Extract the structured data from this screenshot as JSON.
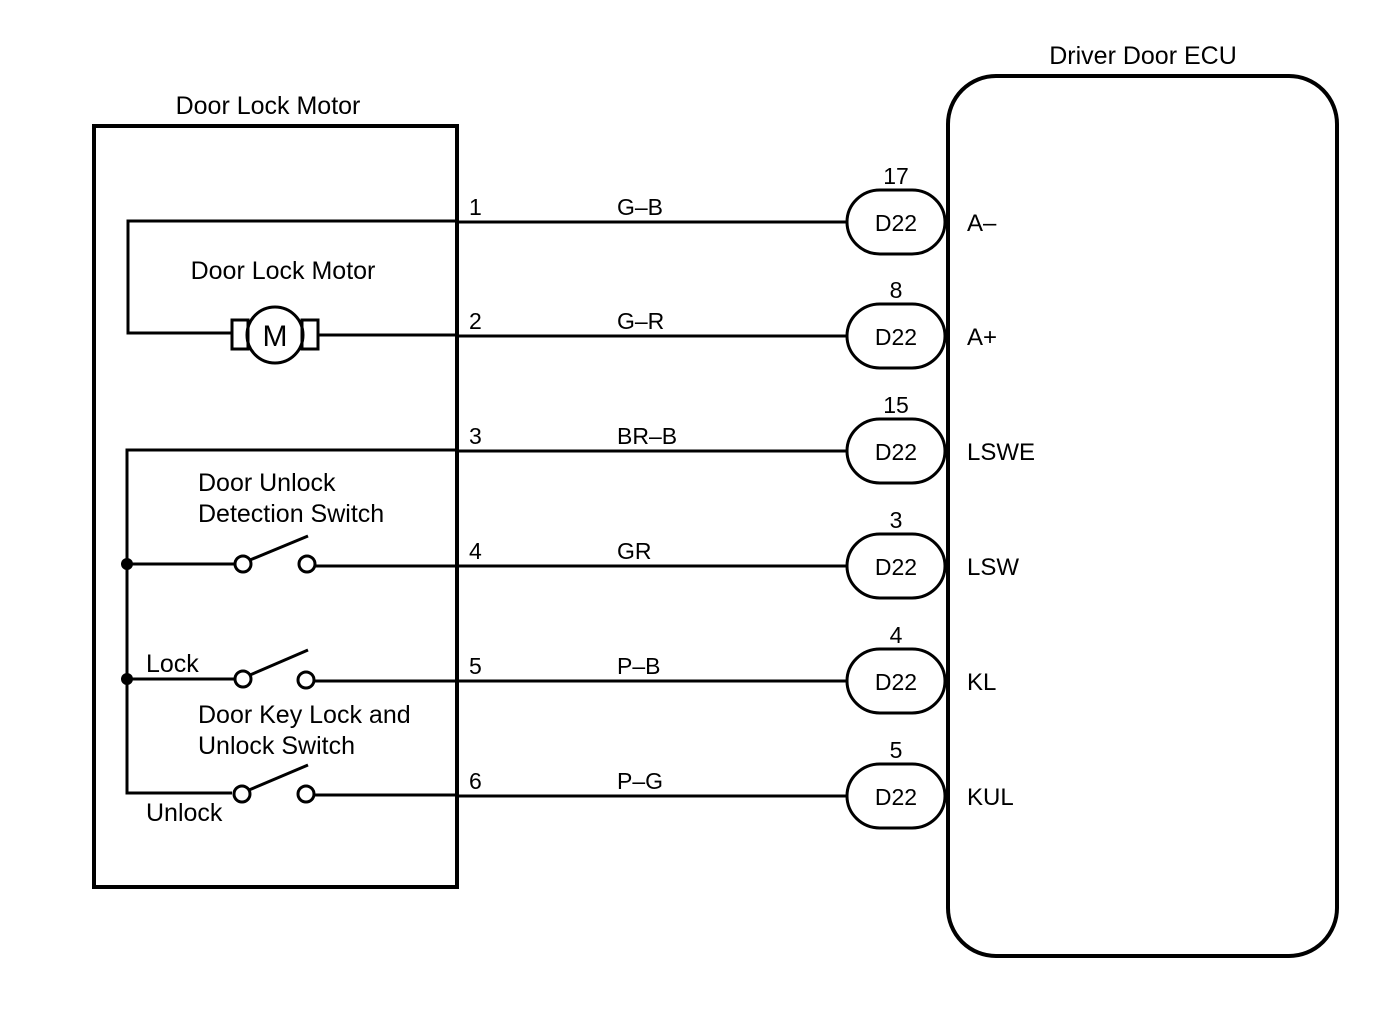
{
  "left_component": {
    "title": "Door Lock Motor",
    "motor_label": "Door Lock Motor",
    "motor_symbol": "M",
    "detection_switch_label": [
      "Door Unlock",
      "Detection Switch"
    ],
    "key_switch_label": [
      "Door Key Lock and",
      "Unlock Switch"
    ],
    "lock_label": "Lock",
    "unlock_label": "Unlock"
  },
  "right_component": {
    "title": "Driver Door ECU"
  },
  "circuits": [
    {
      "pin": "1",
      "wire": "G–B",
      "connector": "D22",
      "ecu_pin": "17",
      "terminal": "A–"
    },
    {
      "pin": "2",
      "wire": "G–R",
      "connector": "D22",
      "ecu_pin": "8",
      "terminal": "A+"
    },
    {
      "pin": "3",
      "wire": "BR–B",
      "connector": "D22",
      "ecu_pin": "15",
      "terminal": "LSWE"
    },
    {
      "pin": "4",
      "wire": "GR",
      "connector": "D22",
      "ecu_pin": "3",
      "terminal": "LSW"
    },
    {
      "pin": "5",
      "wire": "P–B",
      "connector": "D22",
      "ecu_pin": "4",
      "terminal": "KL"
    },
    {
      "pin": "6",
      "wire": "P–G",
      "connector": "D22",
      "ecu_pin": "5",
      "terminal": "KUL"
    }
  ]
}
